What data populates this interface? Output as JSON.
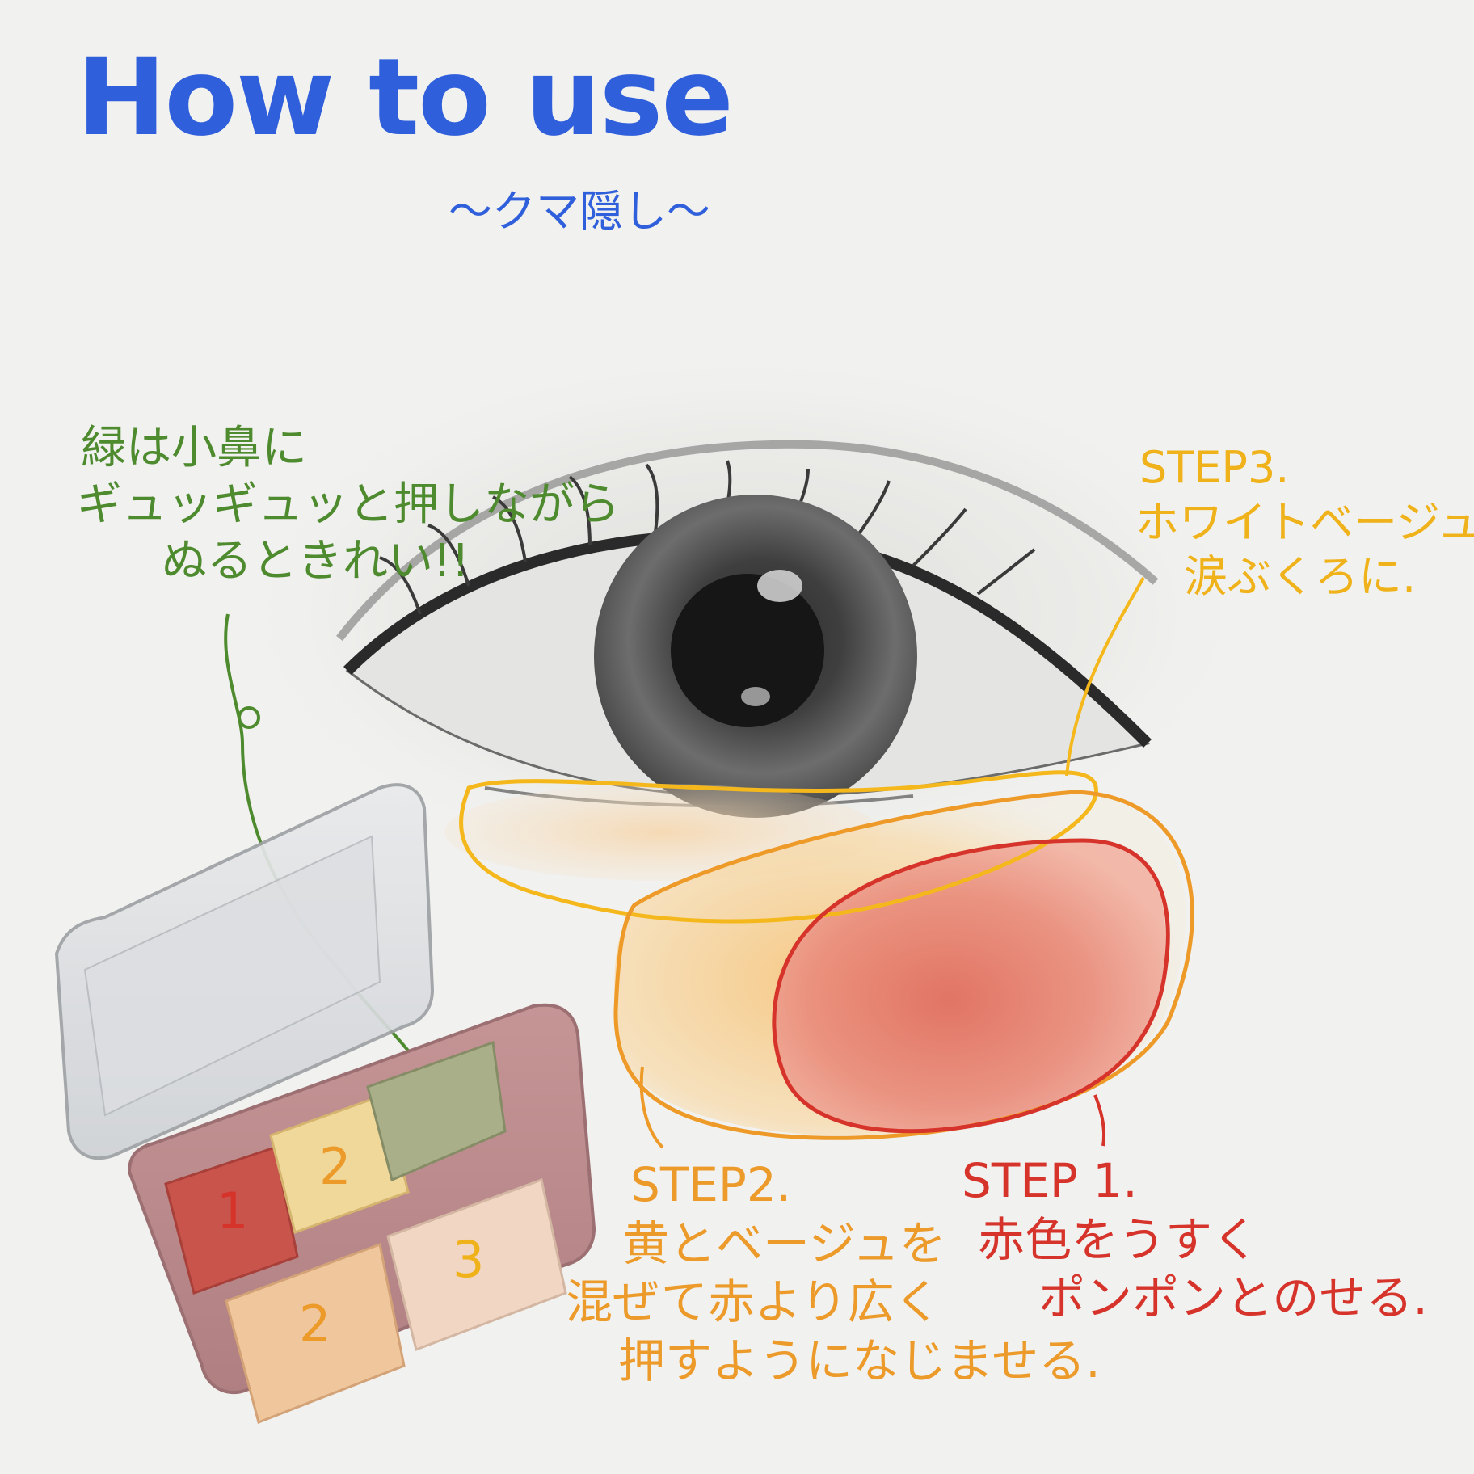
{
  "title": "How to use",
  "subtitle": "〜クマ隠し〜",
  "colors": {
    "title_blue": "#2f5fdb",
    "step1_red": "#d6332b",
    "step2_orange": "#ec9a2a",
    "step3_yellow": "#f0b21a",
    "green_note": "#4e8a2e"
  },
  "green_note": {
    "lines": [
      "緑は小鼻に",
      "ギュッギュッと押しながら",
      "ぬるときれい!!"
    ]
  },
  "step3": {
    "heading": "STEP3.",
    "lines": [
      "ホワイトベージュを",
      "涙ぶくろに."
    ]
  },
  "step2": {
    "heading": "STEP2.",
    "lines": [
      "黄とベージュを",
      "混ぜて赤より広く",
      "押すようになじませる."
    ]
  },
  "step1": {
    "heading": "STEP 1.",
    "lines": [
      "赤色をうすく",
      "ポンポンとのせる."
    ]
  },
  "palette": {
    "pans": [
      {
        "number": "1",
        "color": "#c8544c",
        "num_color": "#d6332b"
      },
      {
        "number": "2",
        "color": "#f0d89a",
        "num_color": "#ec9a2a"
      },
      {
        "number": "",
        "color": "#a9b089",
        "num_color": "#4e8a2e"
      },
      {
        "number": "2",
        "color": "#f0c69c",
        "num_color": "#ec9a2a"
      },
      {
        "number": "3",
        "color": "#f1d6c4",
        "num_color": "#f0b21a"
      }
    ]
  }
}
